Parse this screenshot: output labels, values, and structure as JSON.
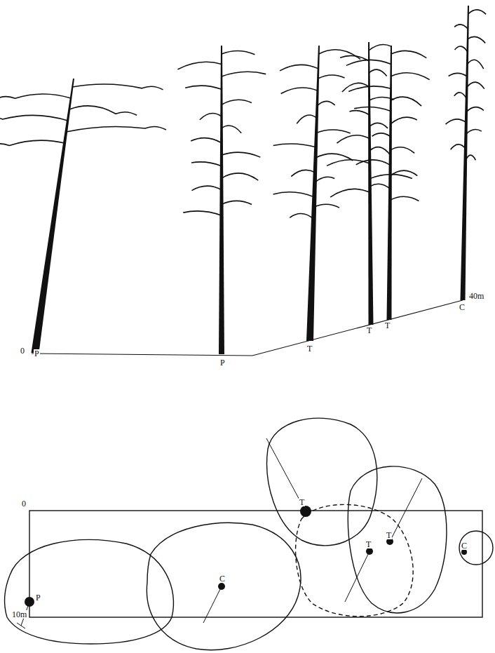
{
  "diagram": {
    "labels": [
      "0",
      "P",
      "P",
      "T",
      "T",
      "T",
      "C",
      "40m",
      "0",
      "T",
      "T",
      "T",
      "C",
      "C",
      "P",
      "10m"
    ]
  }
}
